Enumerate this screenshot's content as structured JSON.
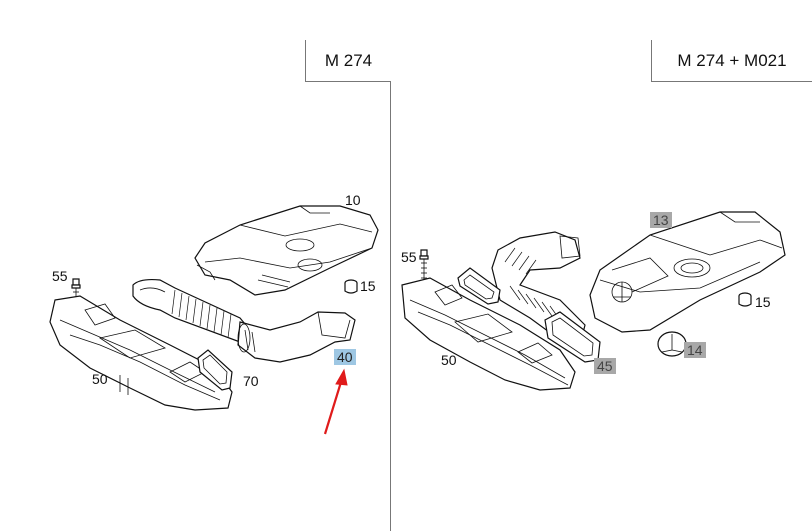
{
  "panels": {
    "left": {
      "model": "M 274",
      "callouts": {
        "c10": "10",
        "c15": "15",
        "c55": "55",
        "c50": "50",
        "c70": "70",
        "c40": "40"
      }
    },
    "right": {
      "model": "M 274 + M021",
      "callouts": {
        "c13": "13",
        "c55": "55",
        "c15": "15",
        "c50": "50",
        "c45": "45",
        "c14": "14"
      }
    }
  },
  "colors": {
    "highlight_gray": "#a8a8a8",
    "highlight_blue": "#9ec7e3",
    "arrow": "#e01b1b",
    "line": "#111111"
  }
}
